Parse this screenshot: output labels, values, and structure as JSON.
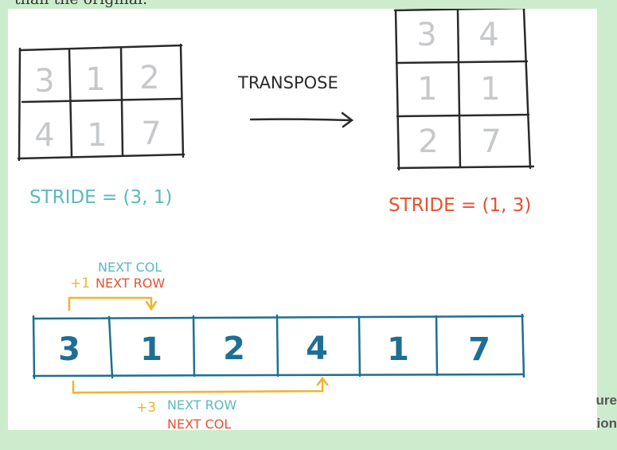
{
  "caption_top": "than the original.",
  "caption_side": [
    "Figure",
    "operation"
  ],
  "colors": {
    "ink": "#2a2a2a",
    "digit_gray": "#c6c8cb",
    "teal": "#5bb8c1",
    "red": "#e8512e",
    "blue": "#1d6f93",
    "orange": "#f0b429",
    "page_bg": "#cdeccd"
  },
  "diagram": {
    "left_matrix": {
      "cells": [
        "3",
        "1",
        "2",
        "4",
        "1",
        "7"
      ],
      "stride_label": "STRIDE = (3, 1)"
    },
    "transpose_label": "TRANSPOSE",
    "right_matrix": {
      "cells": [
        "3",
        "4",
        "1",
        "1",
        "2",
        "7"
      ],
      "stride_label": "STRIDE = (1, 3)"
    },
    "memory_cells": [
      "3",
      "1",
      "2",
      "4",
      "1",
      "7"
    ],
    "top_step": {
      "amount": "+1",
      "label_teal": "NEXT COL",
      "label_red": "NEXT ROW"
    },
    "bottom_step": {
      "amount": "+3",
      "label_teal": "NEXT ROW",
      "label_red": "NEXT COL"
    }
  }
}
